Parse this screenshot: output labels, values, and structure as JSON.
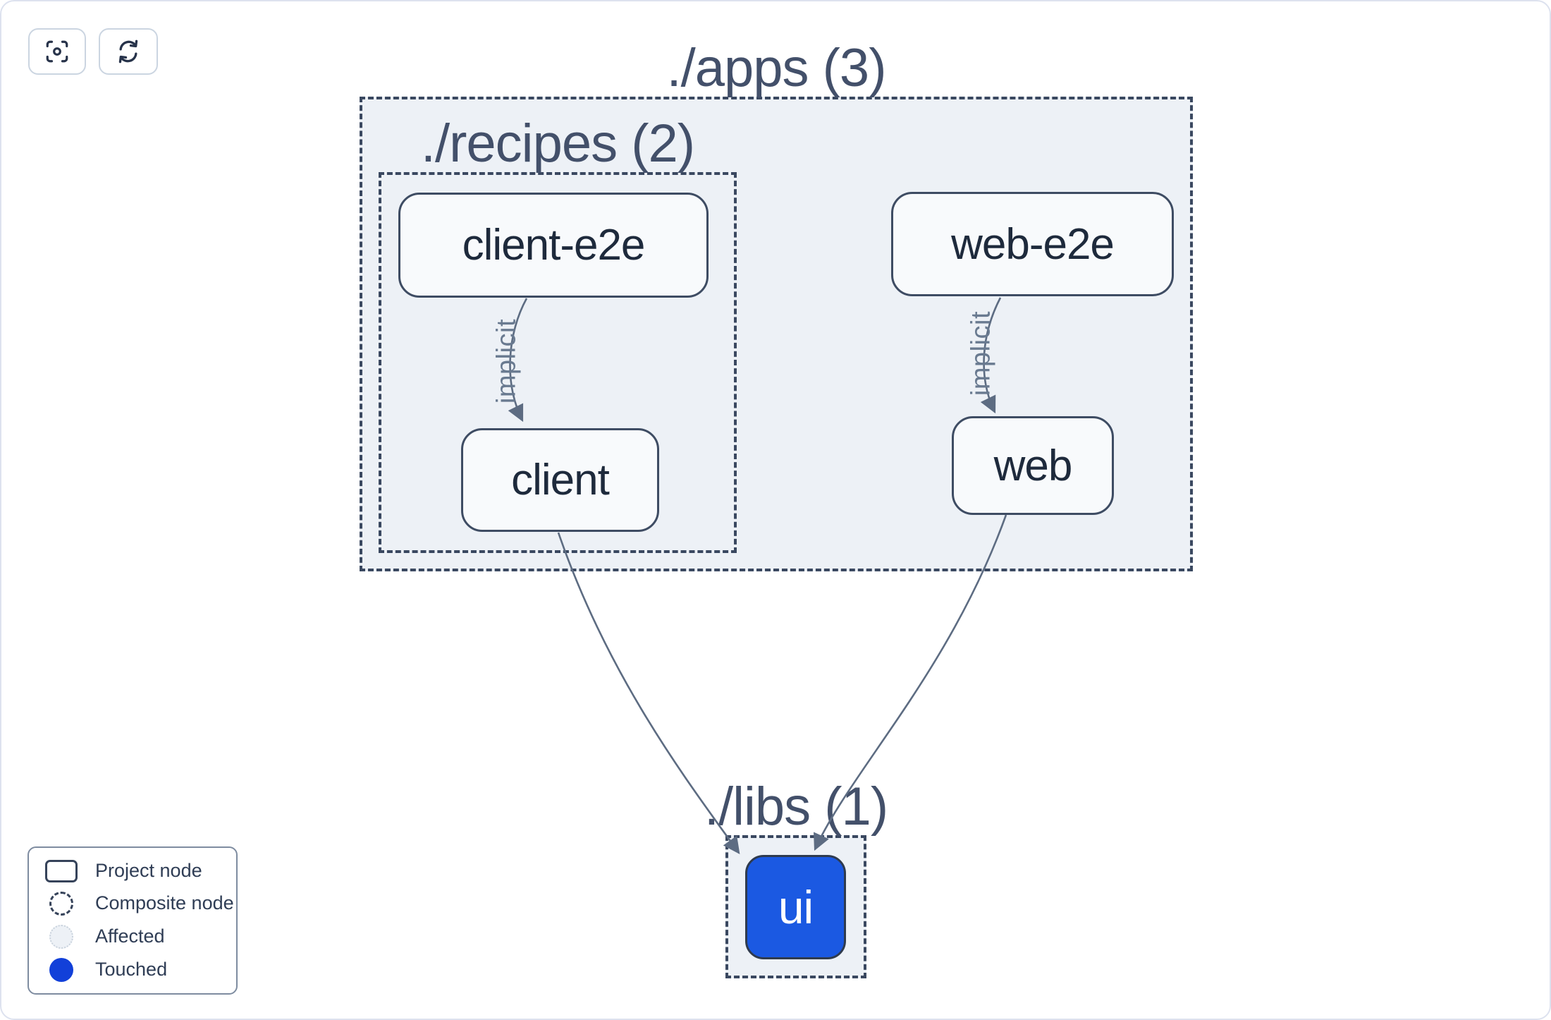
{
  "toolbar": {
    "center_button": {
      "icon": "viewfinder-focus-icon",
      "action": "center-graph"
    },
    "refresh_button": {
      "icon": "refresh-arrows-icon",
      "action": "refresh-graph"
    }
  },
  "graph": {
    "groups": [
      {
        "id": "apps",
        "label": "./apps (3)",
        "count": 3
      },
      {
        "id": "recipes",
        "label": "./recipes (2)",
        "count": 2
      },
      {
        "id": "libs",
        "label": "./libs (1)",
        "count": 1
      }
    ],
    "nodes": [
      {
        "id": "client-e2e",
        "label": "client-e2e",
        "group": "apps/recipes",
        "state": "normal"
      },
      {
        "id": "web-e2e",
        "label": "web-e2e",
        "group": "apps",
        "state": "normal"
      },
      {
        "id": "client",
        "label": "client",
        "group": "apps/recipes",
        "state": "normal"
      },
      {
        "id": "web",
        "label": "web",
        "group": "apps",
        "state": "normal"
      },
      {
        "id": "ui",
        "label": "ui",
        "group": "libs",
        "state": "touched"
      }
    ],
    "edges": [
      {
        "from": "client-e2e",
        "to": "client",
        "label": "implicit"
      },
      {
        "from": "web-e2e",
        "to": "web",
        "label": "implicit"
      },
      {
        "from": "client",
        "to": "ui",
        "label": ""
      },
      {
        "from": "web",
        "to": "ui",
        "label": ""
      }
    ]
  },
  "legend": {
    "items": [
      {
        "swatch": "project",
        "label": "Project node"
      },
      {
        "swatch": "composite",
        "label": "Composite node"
      },
      {
        "swatch": "affected",
        "label": "Affected"
      },
      {
        "swatch": "touched",
        "label": "Touched"
      }
    ]
  },
  "colors": {
    "touched_node_fill": "#1b59e2",
    "legend_touched_fill": "#1240d9",
    "container_fill": "#edf1f6",
    "dashed_border": "#3a4860",
    "node_border": "#3e4c63",
    "node_fill": "#f8fafc",
    "node_text": "#1e2a3c",
    "group_title_text": "#43506a",
    "edge_stroke": "#5d6c82",
    "edge_label_text": "#697a90",
    "button_border": "#cbd5e1",
    "page_border": "#dde2ef"
  }
}
